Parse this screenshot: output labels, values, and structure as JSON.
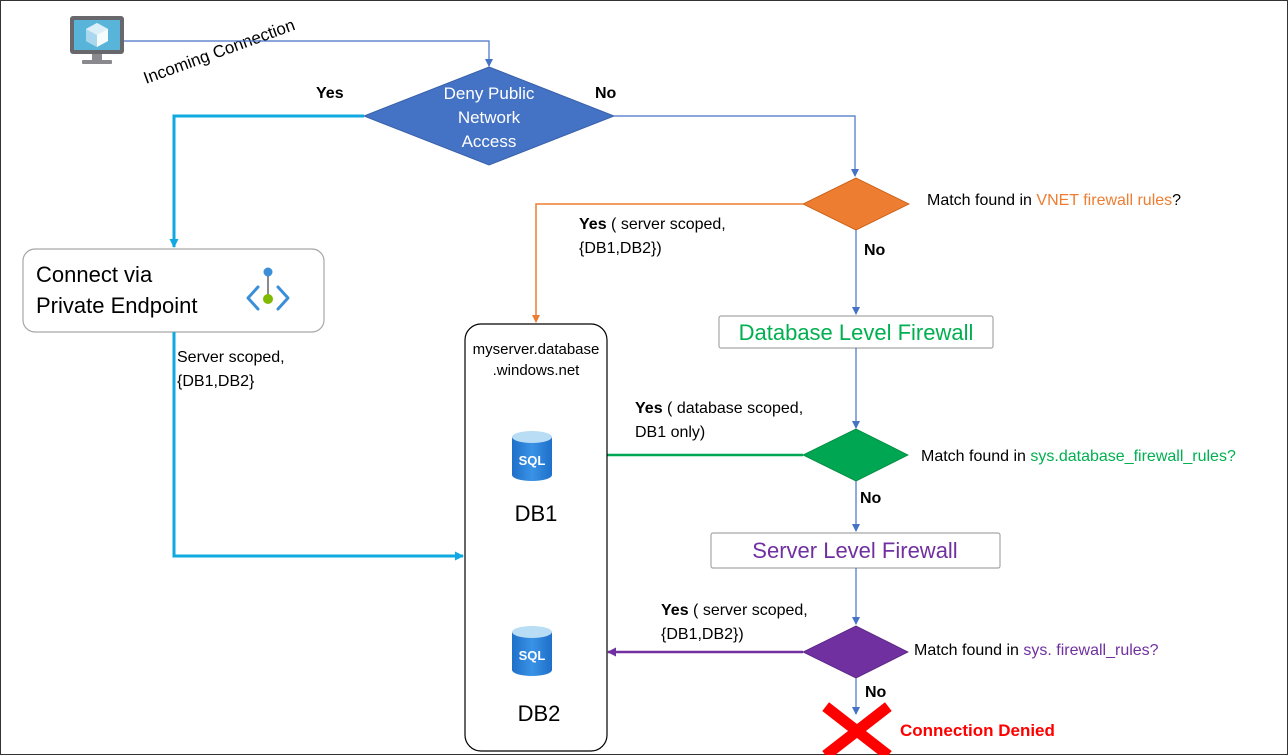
{
  "source": {
    "label": "Incoming Connection",
    "icon": "computer-monitor-icon"
  },
  "deny_public": {
    "lines": [
      "Deny Public",
      "Network",
      "Access"
    ],
    "yes_label": "Yes",
    "no_label": "No"
  },
  "private_endpoint": {
    "lines": [
      "Connect via",
      "Private Endpoint"
    ],
    "icon": "private-endpoint-icon",
    "scope_lines": [
      "Server scoped,",
      "{DB1,DB2}"
    ]
  },
  "vnet": {
    "question_prefix": "Match found in ",
    "question_highlight": "VNET firewall rules",
    "question_suffix": "?",
    "yes_bold": "Yes",
    "yes_lines": [
      " ( server scoped,",
      "{DB1,DB2})"
    ],
    "no_label": "No"
  },
  "database_firewall": {
    "title": "Database Level Firewall",
    "question_prefix": "Match found in ",
    "question_highlight": "sys.database_firewall_rules?",
    "yes_bold": "Yes",
    "yes_lines": [
      " ( database scoped,",
      "DB1 only)"
    ],
    "no_label": "No"
  },
  "server_firewall": {
    "title": "Server Level Firewall",
    "question_prefix": "Match found in ",
    "question_highlight": "sys. firewall_rules?",
    "yes_bold": "Yes",
    "yes_lines": [
      " ( server scoped,",
      "{DB1,DB2})"
    ],
    "no_label": "No"
  },
  "server": {
    "name_lines": [
      "myserver.database",
      ".windows.net"
    ],
    "databases": [
      {
        "name": "DB1",
        "icon": "sql-database-icon",
        "icon_text": "SQL"
      },
      {
        "name": "DB2",
        "icon": "sql-database-icon",
        "icon_text": "SQL"
      }
    ]
  },
  "denied": {
    "label": "Connection Denied",
    "icon": "red-x-icon"
  },
  "colors": {
    "blue_diamond": "#4472C4",
    "cyan_arrow": "#0FA8E0",
    "flow_blue": "#4472C4",
    "orange": "#ED7D31",
    "green": "#00B050",
    "green_diamond": "#00A651",
    "purple": "#7030A0",
    "denied_red": "#FF0000"
  }
}
